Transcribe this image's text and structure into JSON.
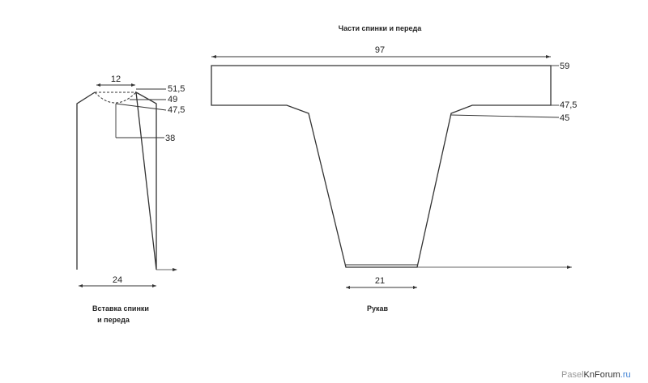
{
  "insert": {
    "width_top": "12",
    "m515": "51,5",
    "m49": "49",
    "m475": "47,5",
    "m38": "38",
    "width_bottom": "24",
    "caption_line1": "Вставка спинки",
    "caption_line2": "и переда"
  },
  "body": {
    "title": "Части спинки и переда",
    "total_width": "97",
    "m59": "59",
    "m475": "47,5",
    "m45": "45",
    "bottom_width": "21",
    "caption": "Рукав"
  },
  "watermark": {
    "part1": "Pasel",
    "part2": "KnForum",
    "part3": ".ru",
    "color_grey": "#9a9a9a",
    "color_dark": "#333333",
    "color_blue": "#3b7fd4"
  }
}
